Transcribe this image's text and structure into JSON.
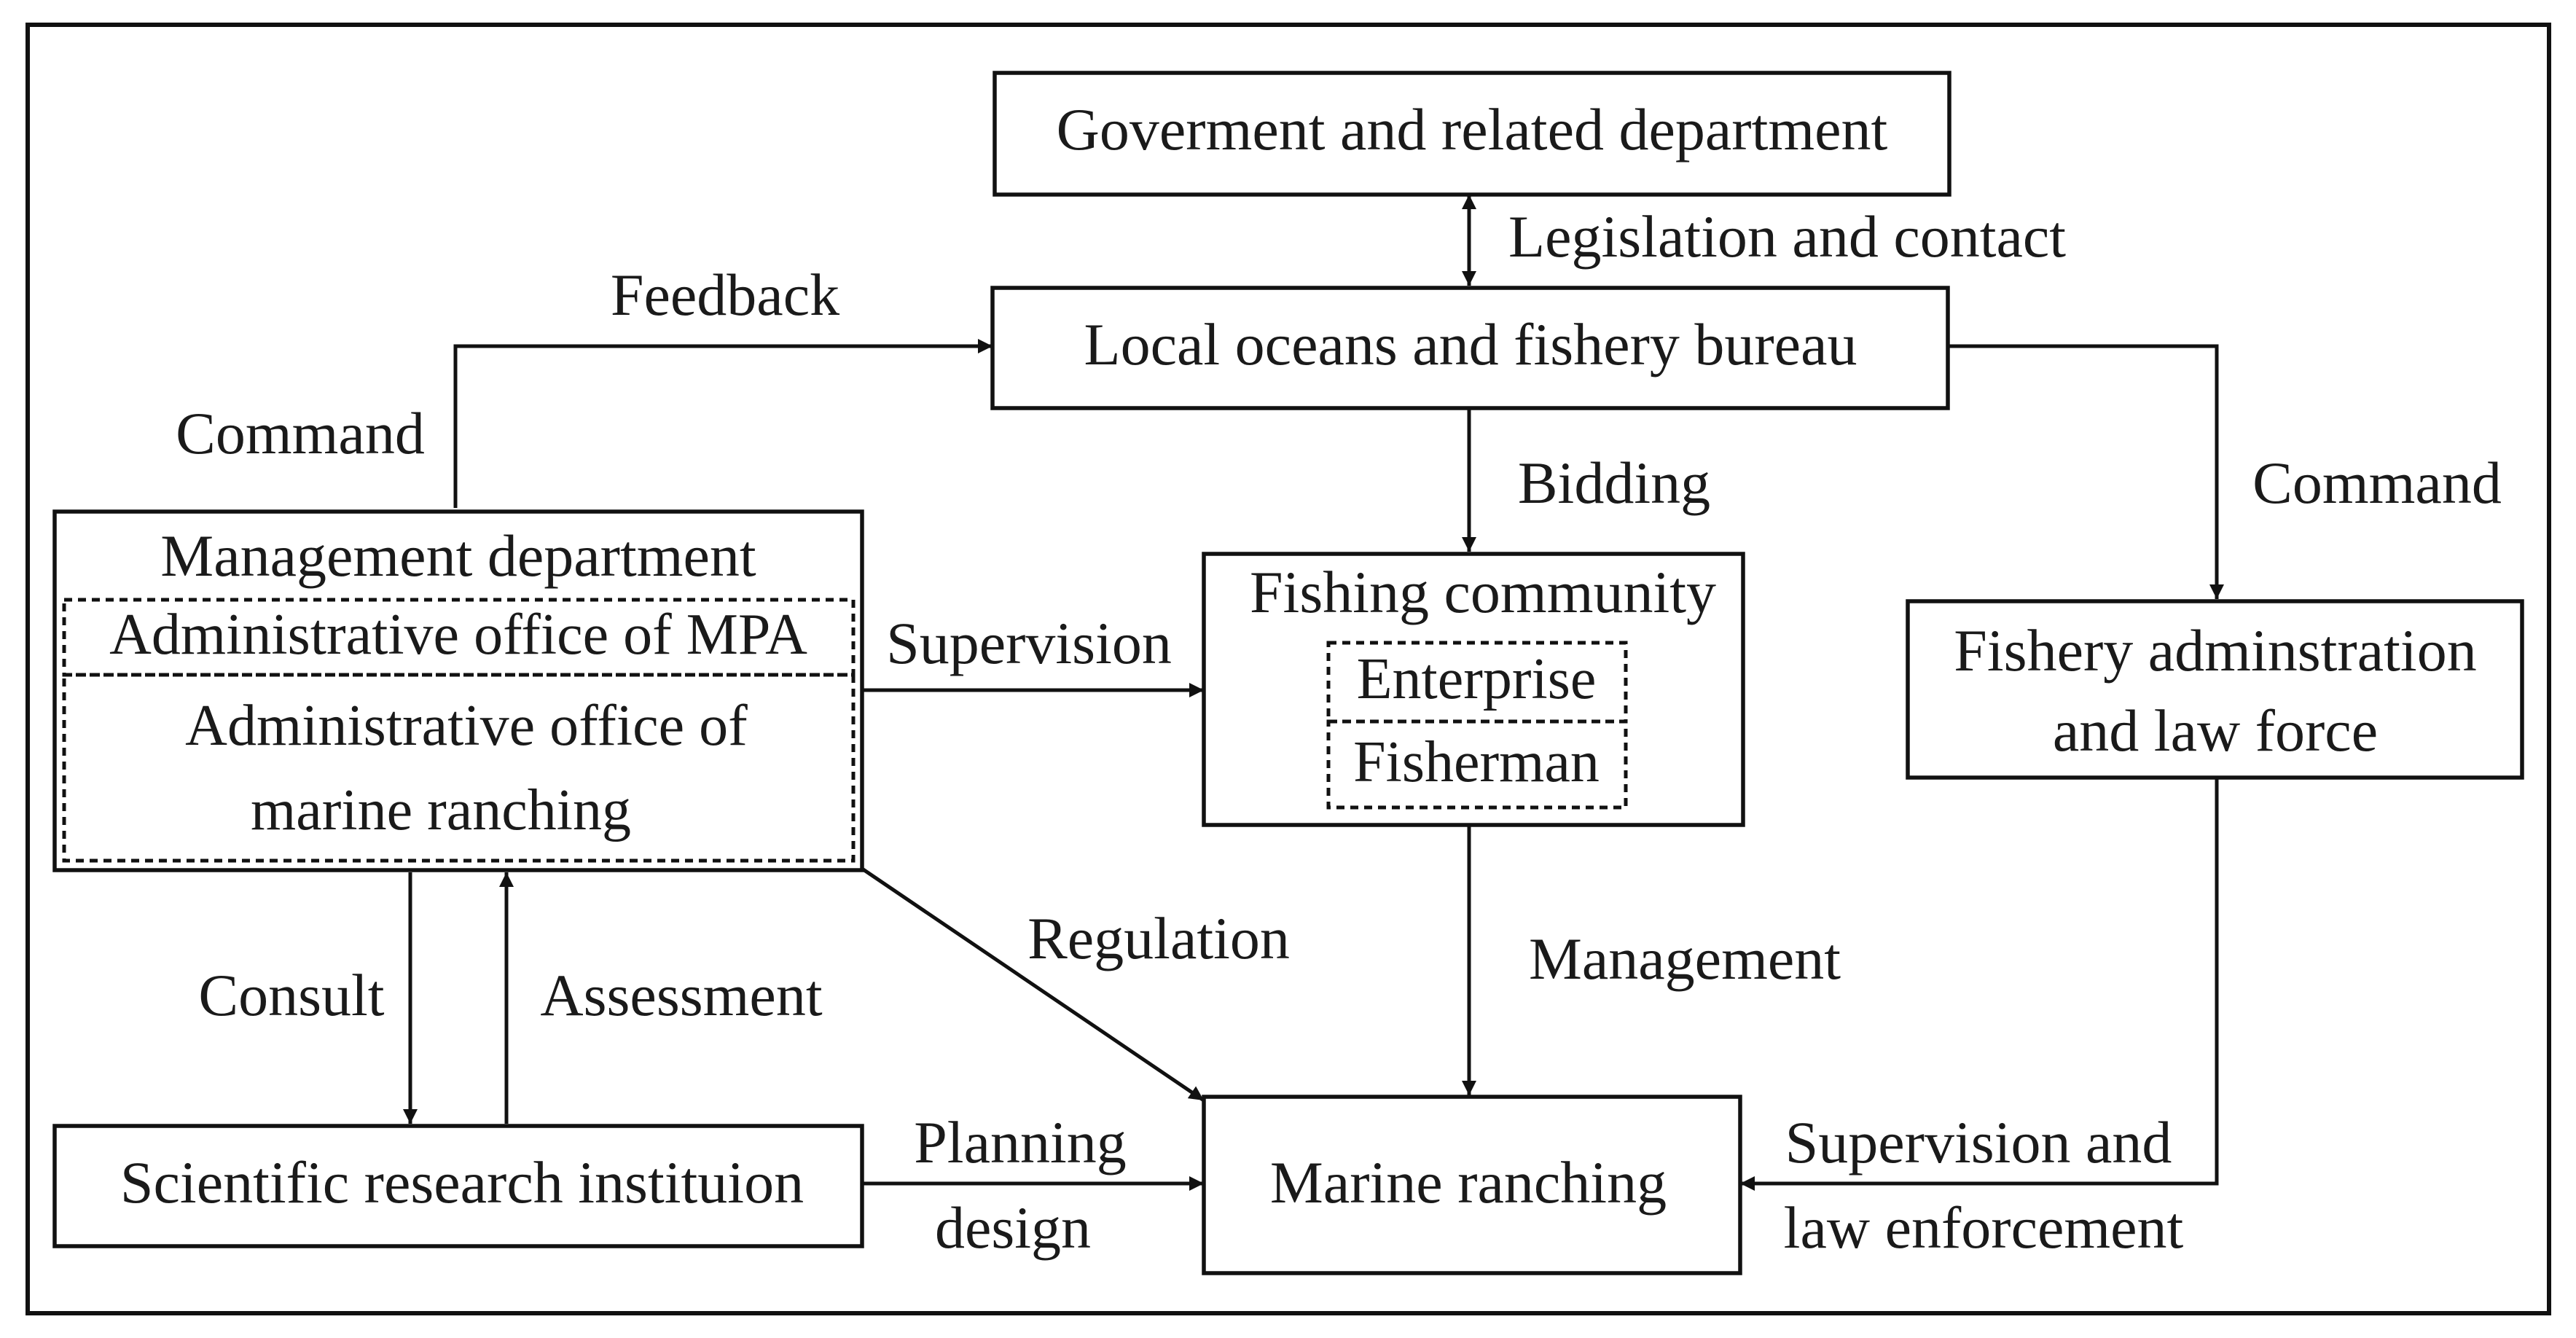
{
  "nodes": {
    "government": "Goverment and related department",
    "local_bureau": "Local oceans and fishery bureau",
    "management_department": {
      "title": "Management department",
      "mpa_office": "Administrative office of MPA",
      "ranching_office_line1": "Administrative office of",
      "ranching_office_line2": "marine ranching"
    },
    "fishing_community": {
      "title": "Fishing community",
      "enterprise": "Enterprise",
      "fisherman": "Fisherman"
    },
    "fishery_admin": {
      "line1": "Fishery adminstration",
      "line2": "and law force"
    },
    "scientific_institution": "Scientific research instituion",
    "marine_ranching": "Marine ranching"
  },
  "edges": {
    "legislation": "Legislation and contact",
    "feedback": "Feedback",
    "command_left": "Command",
    "bidding": "Bidding",
    "command_right": "Command",
    "supervision": "Supervision",
    "regulation": "Regulation",
    "management": "Management",
    "consult": "Consult",
    "assessment": "Assessment",
    "planning_line1": "Planning",
    "planning_line2": "design",
    "enforcement_line1": "Supervision and",
    "enforcement_line2": "law enforcement"
  }
}
